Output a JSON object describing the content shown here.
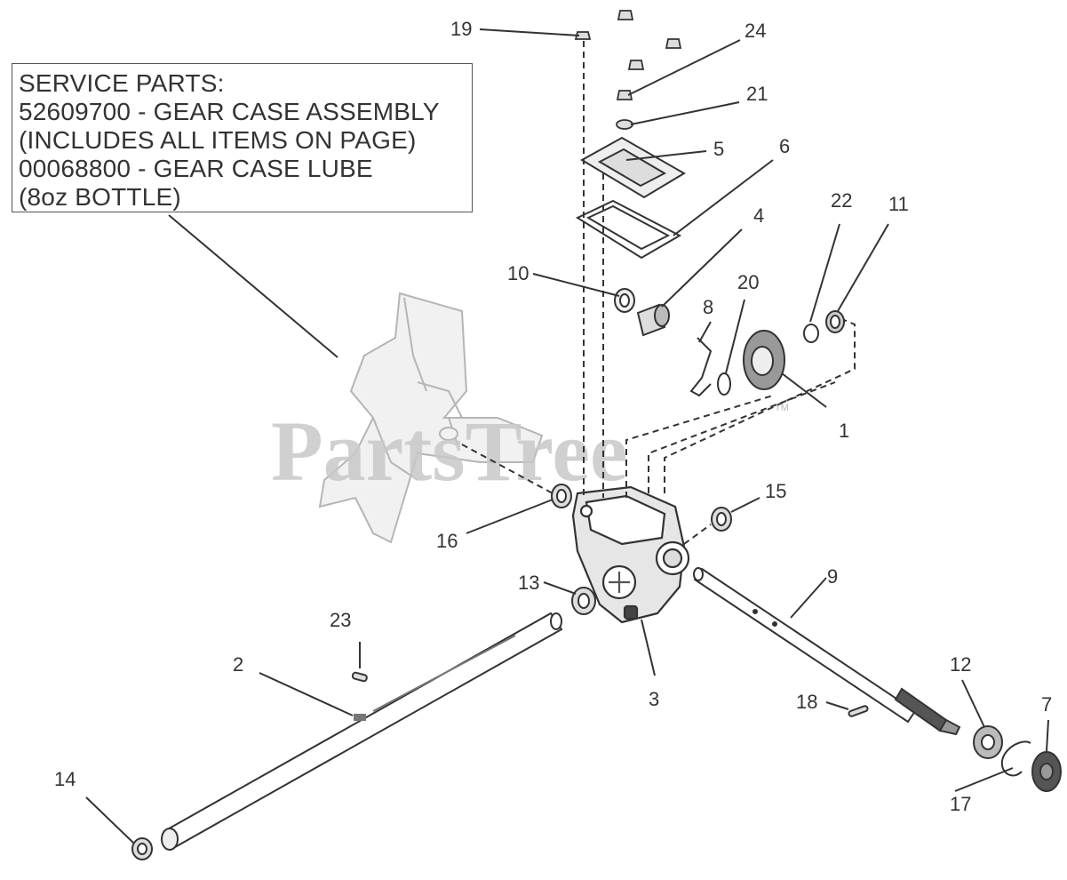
{
  "service_parts": {
    "heading": "SERVICE PARTS:",
    "line1": "52609700 - GEAR CASE ASSEMBLY",
    "line2": "(INCLUDES ALL ITEMS ON PAGE)",
    "line3": "00068800 - GEAR CASE LUBE",
    "line4": "(8oz BOTTLE)"
  },
  "watermark": {
    "text": "PartsTree",
    "mark": "TM"
  },
  "callouts": {
    "c1": "1",
    "c2": "2",
    "c3": "3",
    "c4": "4",
    "c5": "5",
    "c6": "6",
    "c7": "7",
    "c8": "8",
    "c9": "9",
    "c10": "10",
    "c11": "11",
    "c12": "12",
    "c13": "13",
    "c14": "14",
    "c15": "15",
    "c16": "16",
    "c17": "17",
    "c18": "18",
    "c19": "19",
    "c20": "20",
    "c21": "21",
    "c22": "22",
    "c23": "23",
    "c24": "24"
  },
  "colors": {
    "line": "#333333",
    "part_fill": "#d9d9d9",
    "ghost": "#bfbfbf",
    "watermark": "#c8c8c8"
  }
}
